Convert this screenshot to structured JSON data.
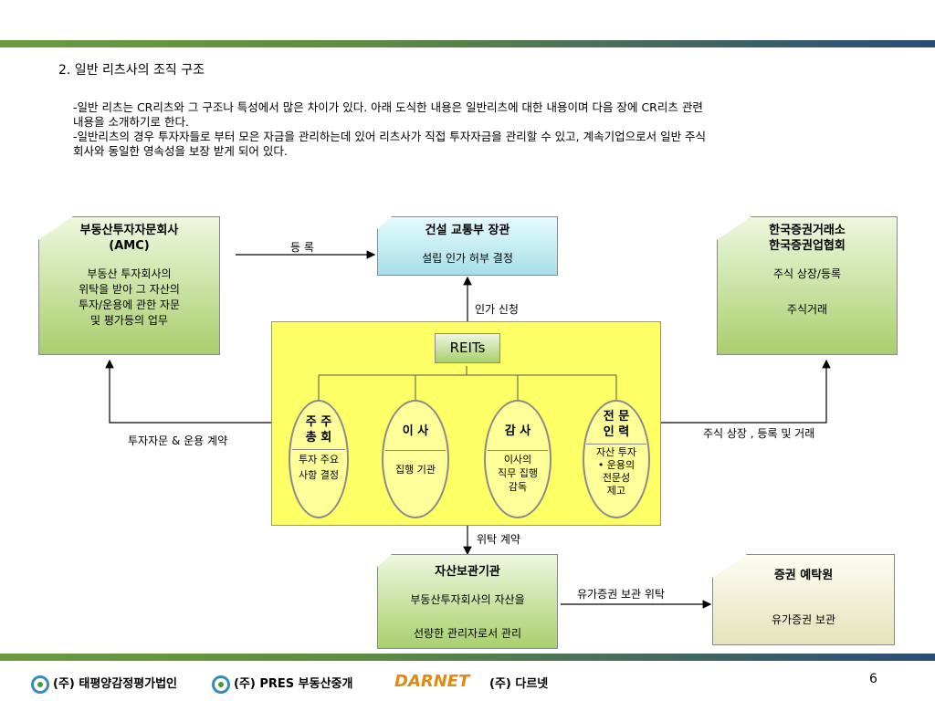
{
  "page": {
    "section_title": "2. 일반 리츠사의 조직 구조",
    "desc_lines": [
      " -일반 리츠는 CR리츠와 그 구조나 특성에서 많은 차이가 있다. 아래 도식한 내용은 일반리츠에 대한 내용이며 다음 장에 CR리츠 관련",
      "내용을 소개하기로 한다.",
      "-일반리츠의 경우 투자자들로 부터 모은 자금을 관리하는데 있어 리츠사가 직접 투자자금을 관리할 수  있고, 계속기업으로서 일반 주식",
      "회사와 동일한 영속성을 보장 받게 되어 있다."
    ],
    "page_number": "6"
  },
  "diagram": {
    "amc": {
      "title_1": "부동산투자자문회사",
      "title_2": "(AMC)",
      "body": [
        "부동산 투자회사의",
        "위탁을 받아 그 자산의",
        "투자/운용에 관한 자문",
        "및 평가등의 업무"
      ]
    },
    "ministry": {
      "title": "건설 교통부 장관",
      "body": "설립 인가 허부 결정"
    },
    "exchange": {
      "title_1": "한국증권거래소",
      "title_2": "한국증권업협회",
      "body_1": "주식 상장/등록",
      "body_2": "주식거래"
    },
    "reits": {
      "label": "REITs",
      "ovals": [
        {
          "title": [
            "주 주",
            "총 회"
          ],
          "body": [
            "투자 주요",
            "사항 결정"
          ]
        },
        {
          "title": [
            "이 사"
          ],
          "body": [
            "집행 기관"
          ]
        },
        {
          "title": [
            "감 사"
          ],
          "body": [
            "이사의",
            "직무 집행",
            "감독"
          ]
        },
        {
          "title": [
            "전 문",
            "인 력"
          ],
          "body": [
            "자산 투자",
            "• 운용의",
            "전문성",
            "제고"
          ]
        }
      ]
    },
    "custodian": {
      "title": "자산보관기관",
      "body_1": "부동산투자회사의 자산을",
      "body_2": "선량한 관리자로서 관리"
    },
    "depository": {
      "title": "증권 예탁원",
      "body": "유가증권 보관"
    },
    "labels": {
      "register": "등 록",
      "approval_request": "인가 신청",
      "advisory_contract": "투자자문 & 운용 계약",
      "listing_trading": "주식 상장 , 등록 및 거래",
      "trust_contract": "위탁 계약",
      "securities_custody": "유가증권 보관 위탁"
    }
  },
  "footer": {
    "company_1": "(주) 태평양감정평가법인",
    "company_2": "(주) PRES 부동산중개",
    "darnet_logo": "DARNET",
    "company_3": "(주) 다르넷"
  }
}
